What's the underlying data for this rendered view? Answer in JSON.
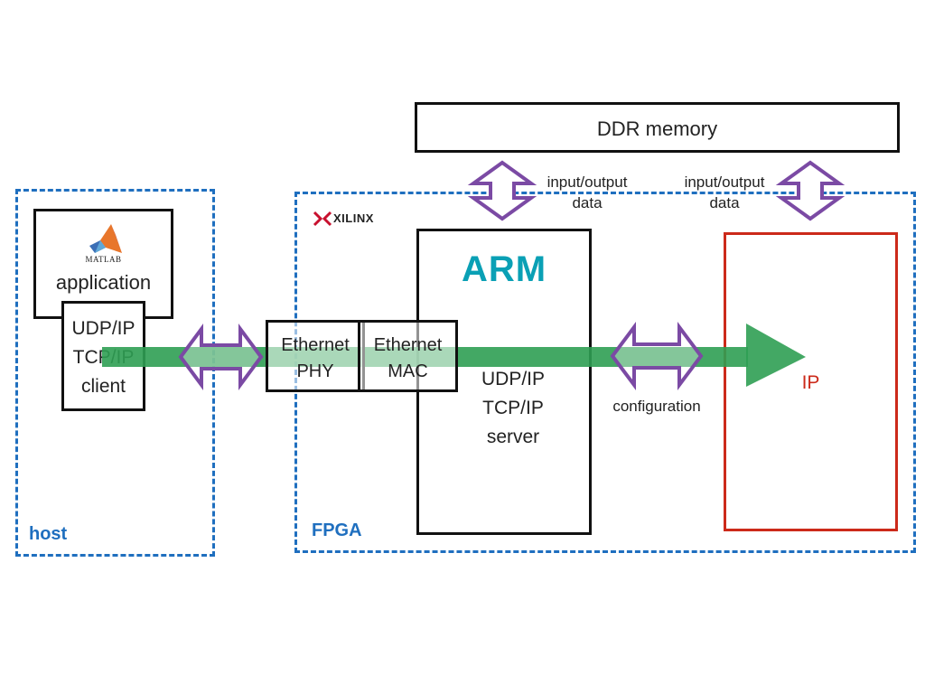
{
  "colors": {
    "region_border": "#1f6fbf",
    "box_border": "#111111",
    "ip_border": "#cc2a1a",
    "arrow_purple": "#7b4aa4",
    "flow_green": "#2f9e53",
    "arm_teal": "#0aa0b5"
  },
  "host": {
    "label": "host",
    "application_label": "application",
    "matlab_logo_text": "MATLAB",
    "client_lines": [
      "UDP/IP",
      "TCP/IP",
      "client"
    ]
  },
  "fpga": {
    "label": "FPGA",
    "xilinx_logo_text": "XILINX",
    "ethernet_phy_lines": [
      "Ethernet",
      "PHY"
    ],
    "ethernet_mac_lines": [
      "Ethernet",
      "MAC"
    ],
    "arm_logo_text": "ARM",
    "server_lines": [
      "UDP/IP",
      "TCP/IP",
      "server"
    ],
    "ip_label": "IP"
  },
  "ddr": {
    "label": "DDR memory"
  },
  "annotations": {
    "io_left_lines": [
      "input/output",
      "data"
    ],
    "io_right_lines": [
      "input/output",
      "data"
    ],
    "configuration": "configuration"
  },
  "icons": [
    "double-arrow-horizontal-icon",
    "double-arrow-vertical-icon",
    "flow-arrow-icon",
    "matlab-logo-icon",
    "xilinx-logo-icon"
  ]
}
